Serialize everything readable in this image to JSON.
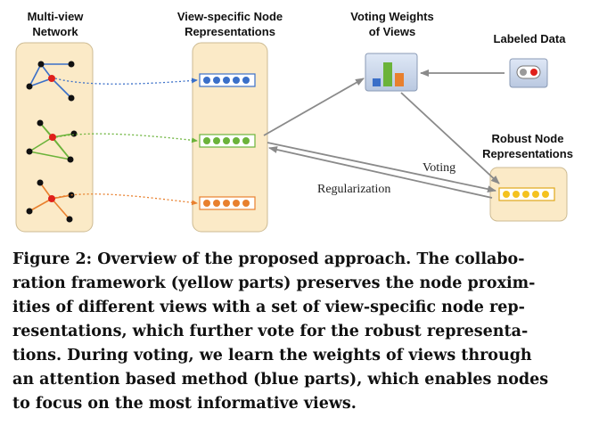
{
  "headers": {
    "multiview": [
      "Multi-view",
      "Network"
    ],
    "viewspecific": [
      "View-specific Node",
      "Representations"
    ],
    "voting_weights": [
      "Voting Weights",
      "of Views"
    ],
    "labeled": [
      "Labeled Data"
    ],
    "robust": [
      "Robust Node",
      "Representations"
    ]
  },
  "labels": {
    "voting": "Voting",
    "regularization": "Regularization"
  },
  "colors": {
    "panel_fill": "#fbeac7",
    "panel_stroke": "#cdbb93",
    "blue": "#3a6fc8",
    "green": "#6bb33a",
    "orange": "#e8802e",
    "yellow": "#f4c21f",
    "red": "#e0201b"
  },
  "caption": {
    "lines": [
      "Figure 2: Overview of the proposed approach. The collabo-",
      "ration framework (yellow parts) preserves the node proxim-",
      "ities of different views with a set of view-specific node rep-",
      "resentations, which further vote for the robust representa-",
      "tions. During voting, we learn the weights of views through",
      "an attention based method (blue parts), which enables nodes",
      "to focus on the most informative views."
    ]
  }
}
